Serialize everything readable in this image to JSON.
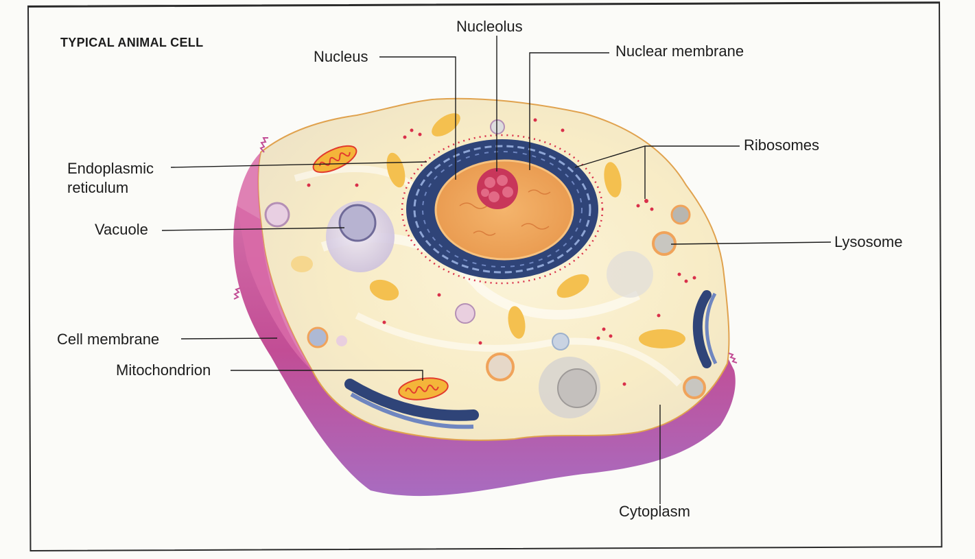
{
  "title": "TYPICAL ANIMAL CELL",
  "labels": {
    "nucleolus": "Nucleolus",
    "nucleus": "Nucleus",
    "nuclear_membrane": "Nuclear membrane",
    "ribosomes": "Ribosomes",
    "endoplasmic_reticulum_line1": "Endoplasmic",
    "endoplasmic_reticulum_line2": "reticulum",
    "vacuole": "Vacuole",
    "lysosome": "Lysosome",
    "cell_membrane": "Cell membrane",
    "mitochondrion": "Mitochondrion",
    "cytoplasm": "Cytoplasm"
  },
  "colors": {
    "cytoplasm": "#f7ecc4",
    "cell_wall": "#c9559a",
    "nucleus": "#f0a860",
    "nucleolus": "#c8365a",
    "er": "#33457a",
    "mitochondrion": "#f4b53a",
    "ribosome": "#d9304a"
  }
}
